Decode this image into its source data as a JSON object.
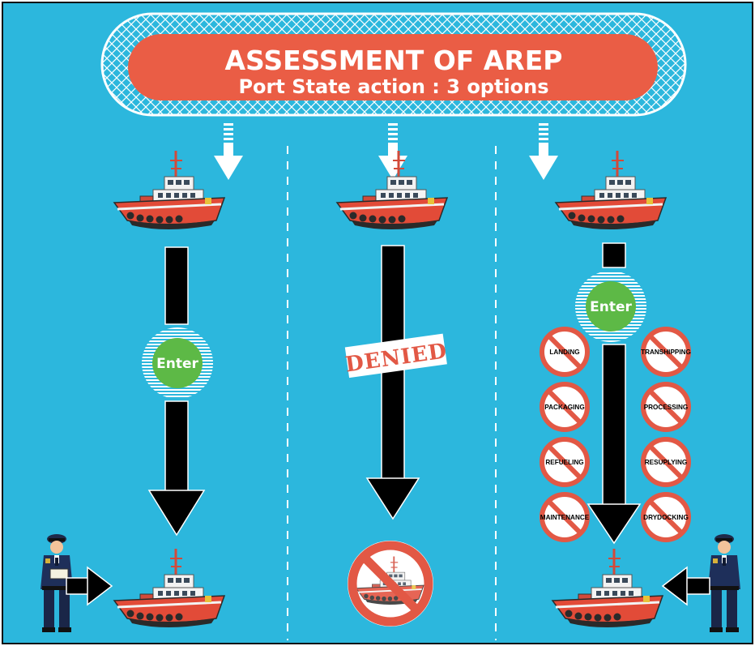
{
  "header": {
    "title": "ASSESSMENT OF AREP",
    "subtitle": "Port State action : 3 options"
  },
  "options": {
    "left": {
      "badge": "Enter"
    },
    "middle": {
      "stamp": "DENIED"
    },
    "right": {
      "badge": "Enter",
      "prohibited_left": [
        "LANDING",
        "PACKAGING",
        "REFUELING",
        "MAINTENANCE"
      ],
      "prohibited_right": [
        "TRANSHIPPING",
        "PROCESSING",
        "RESUPLYING",
        "DRYDOCKING"
      ]
    }
  },
  "colors": {
    "background": "#2cb7dd",
    "banner": "#ea5d45",
    "enter_green": "#5db946",
    "prohibition_red": "#e25845",
    "arrow_black": "#000000"
  },
  "icons": [
    "tugboat-icon",
    "police-officer-icon",
    "down-arrow-icon",
    "prohibition-icon"
  ]
}
